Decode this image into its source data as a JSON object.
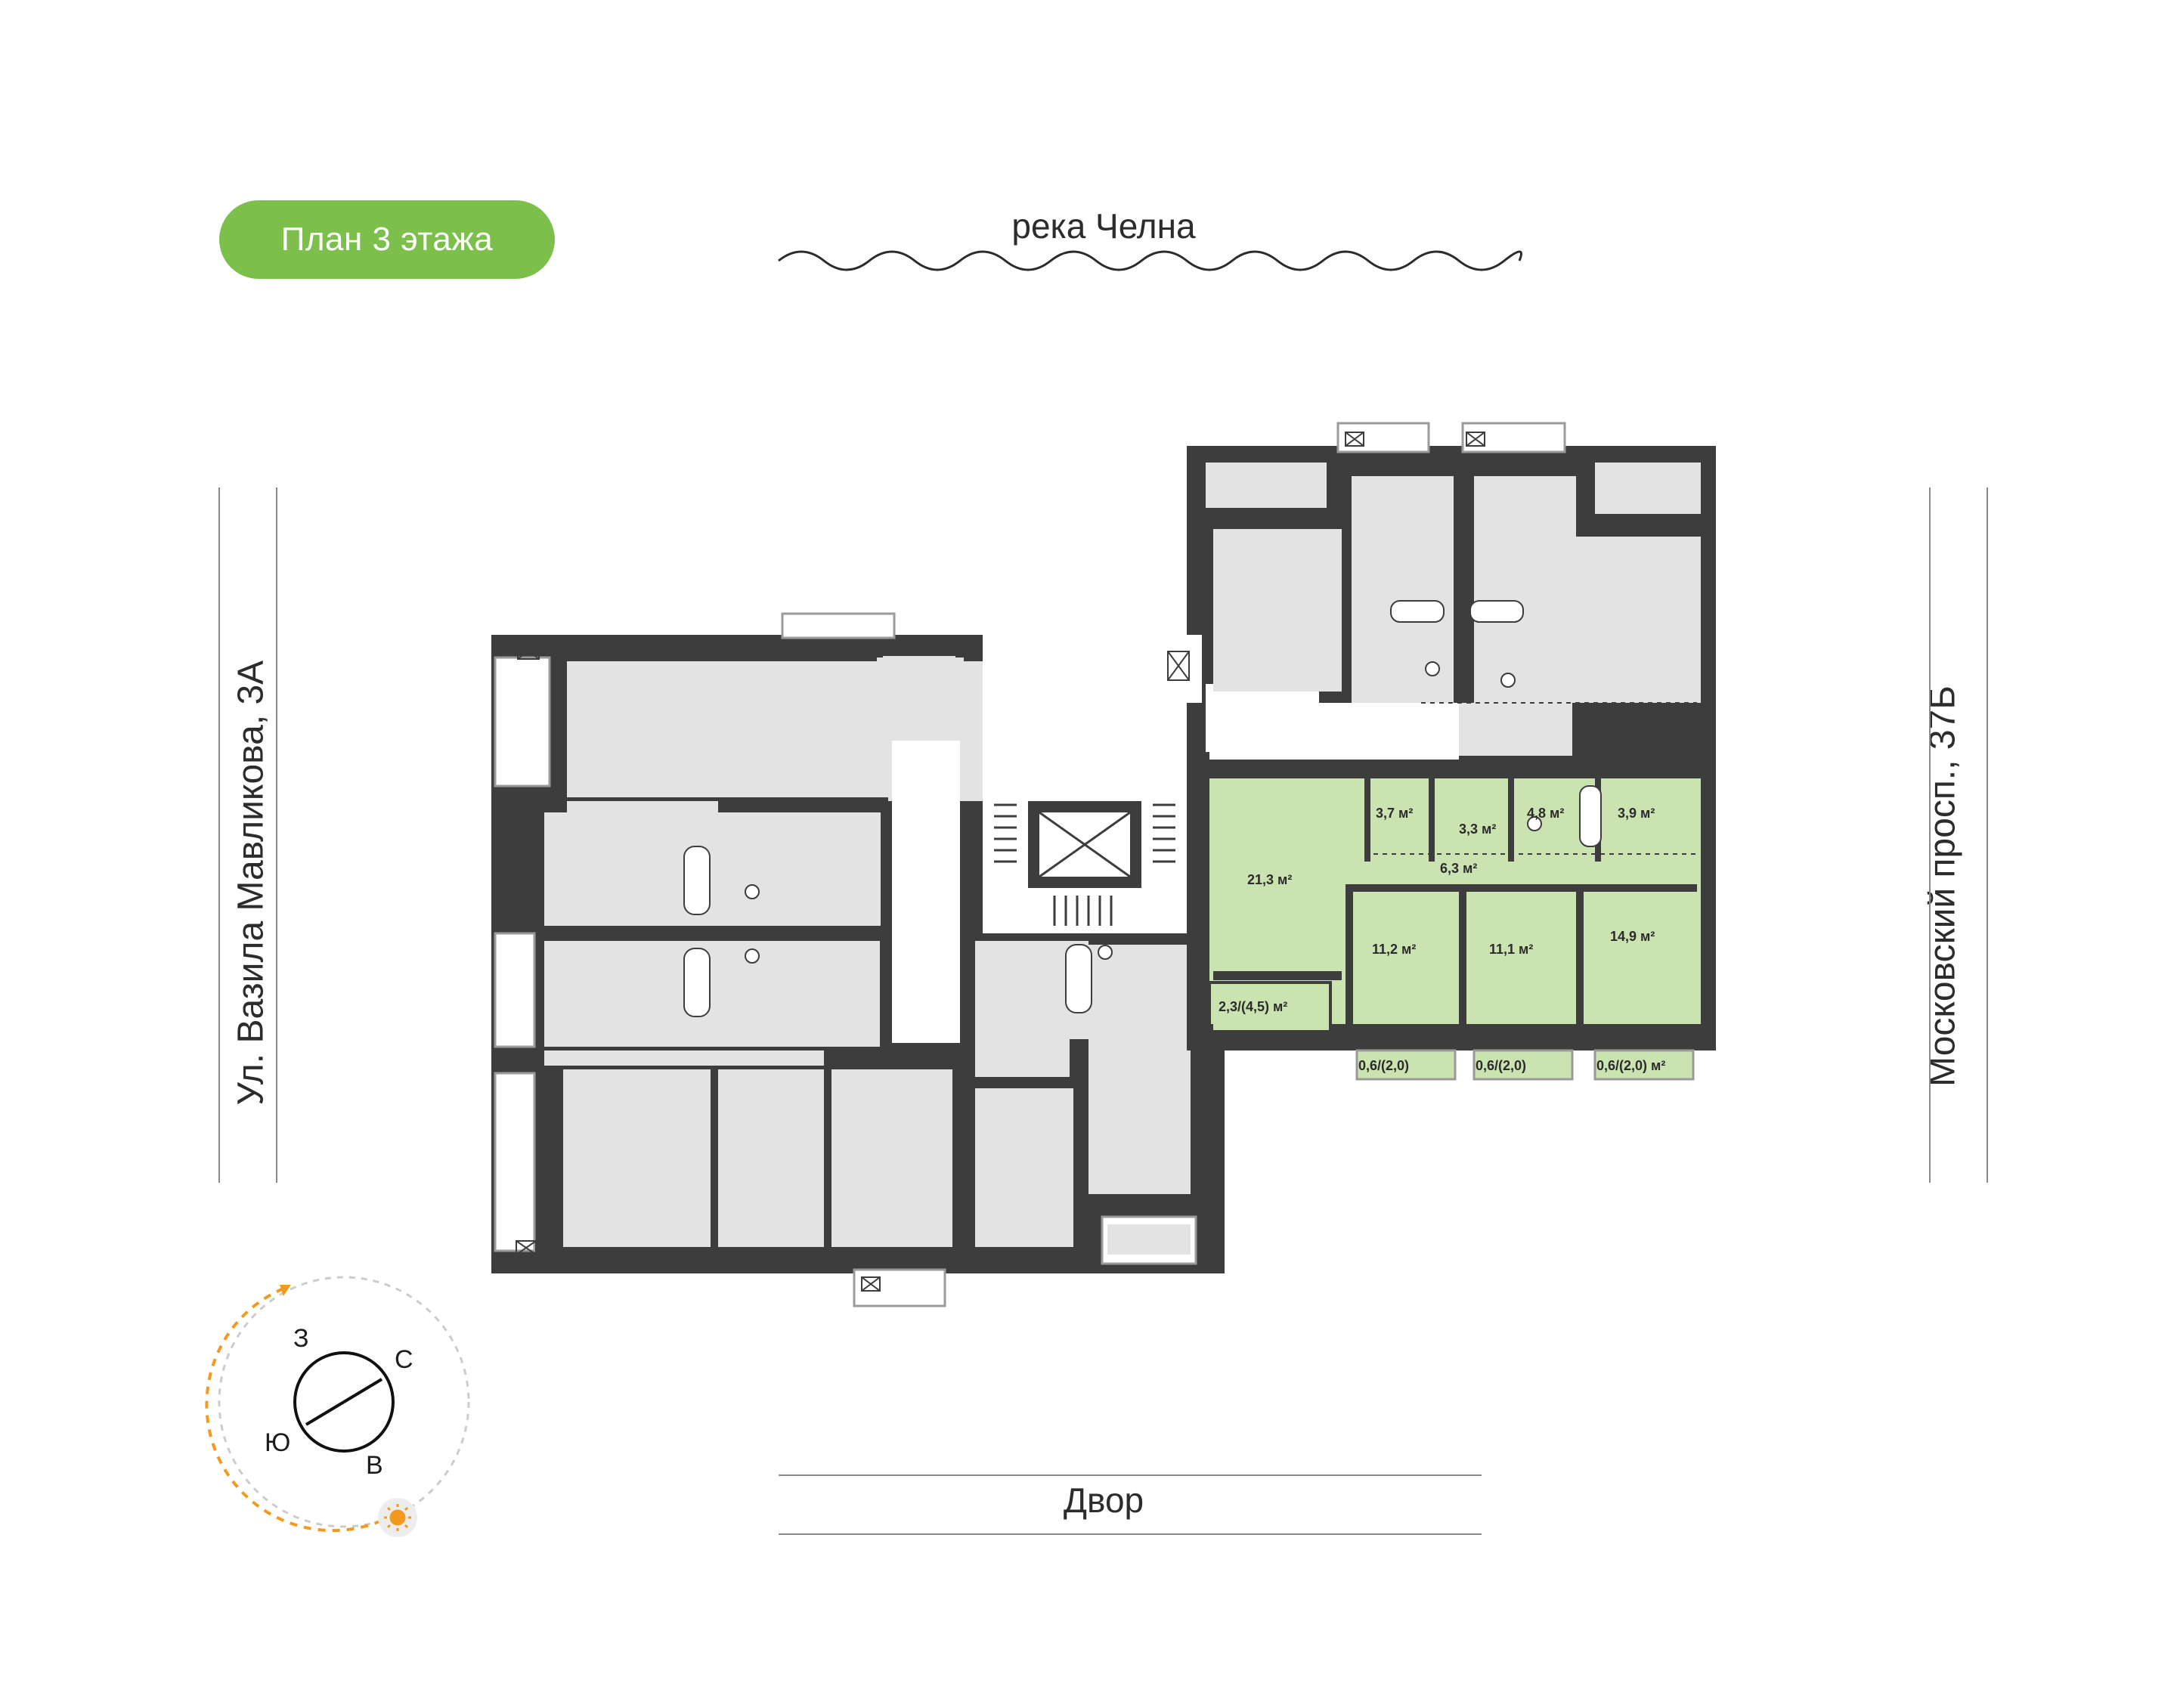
{
  "header": {
    "floor_badge": "План 3 этажа",
    "top_label": "река Челна",
    "bottom_label": "Двор",
    "left_label": "Ул. Вазила Мавликова, 3А",
    "right_label": "Московский просп., 37Б"
  },
  "apartment": {
    "rooms": [
      {
        "id": "living-kitchen",
        "area": "21,3 м²"
      },
      {
        "id": "hall-1",
        "area": "3,7 м²"
      },
      {
        "id": "bath-1",
        "area": "3,3 м²"
      },
      {
        "id": "bath-2",
        "area": "4,8 м²"
      },
      {
        "id": "hall-2",
        "area": "3,9 м²"
      },
      {
        "id": "corridor",
        "area": "6,3 м²"
      },
      {
        "id": "bedroom-1",
        "area": "11,2 м²"
      },
      {
        "id": "bedroom-2",
        "area": "11,1 м²"
      },
      {
        "id": "bedroom-3",
        "area": "14,9 м²"
      },
      {
        "id": "loggia-big",
        "area": "2,3/(4,5) м²"
      },
      {
        "id": "balcony-1",
        "area": "0,6/(2,0)"
      },
      {
        "id": "balcony-2",
        "area": "0,6/(2,0)"
      },
      {
        "id": "balcony-3",
        "area": "0,6/(2,0) м²"
      }
    ]
  },
  "compass": {
    "west": "З",
    "north": "С",
    "south": "Ю",
    "east": "В",
    "sun_icon": "sun-icon"
  },
  "colors": {
    "accent": "#7cc04b",
    "apartment_fill": "#cbe3b0",
    "room_fill": "#e3e3e3",
    "wall": "#3d3d3d",
    "sun": "#f39a1e"
  }
}
